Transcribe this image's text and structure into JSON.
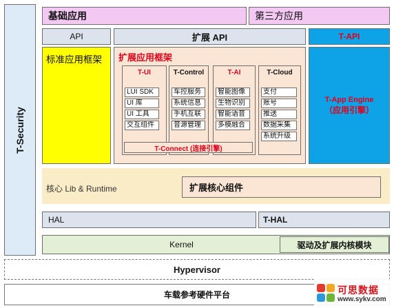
{
  "security": {
    "label": "T-Security"
  },
  "top_row": {
    "basic_apps": "基础应用",
    "third_party_apps": "第三方应用"
  },
  "api_row": {
    "api": "API",
    "extended_api": "扩展 API",
    "t_api": "T-API"
  },
  "framework": {
    "standard": "标准应用框架",
    "extended_title": "扩展应用框架",
    "columns": [
      {
        "title": "T-UI",
        "items": [
          "LUI SDK",
          "UI 库",
          "UI 工具",
          "交互组件"
        ]
      },
      {
        "title": "T-Control",
        "items": [
          "车控服务",
          "系统信息",
          "手机互联",
          "音源管理"
        ]
      },
      {
        "title": "T-AI",
        "items": [
          "智能图像",
          "生物识别",
          "智能语音",
          "多模融合"
        ]
      },
      {
        "title": "T-Cloud",
        "items": [
          "支付",
          "账号",
          "推送",
          "数据采集",
          "系统升级"
        ]
      }
    ],
    "t_connect": "T-Connect (连接引擎)"
  },
  "engine": {
    "line1": "T-App Engine",
    "line2": "（应用引擎）"
  },
  "core": {
    "label": "核心 Lib & Runtime",
    "extended": "扩展核心组件"
  },
  "hal_row": {
    "hal": "HAL",
    "t_hal": "T-HAL"
  },
  "kernel_row": {
    "kernel": "Kernel",
    "driver": "驱动及扩展内核模块"
  },
  "hypervisor": "Hypervisor",
  "hardware": "车载参考硬件平台",
  "watermark": {
    "name": "可思数据",
    "url": "www.sykv.com"
  },
  "colors": {
    "pink": "#f3c8f3",
    "blue_gray": "#dde3ec",
    "cyan": "#0ea2e6",
    "yellow": "#ffff00",
    "peach": "#fbe6d5",
    "green": "#e3f0d5",
    "red": "#e0001b"
  }
}
